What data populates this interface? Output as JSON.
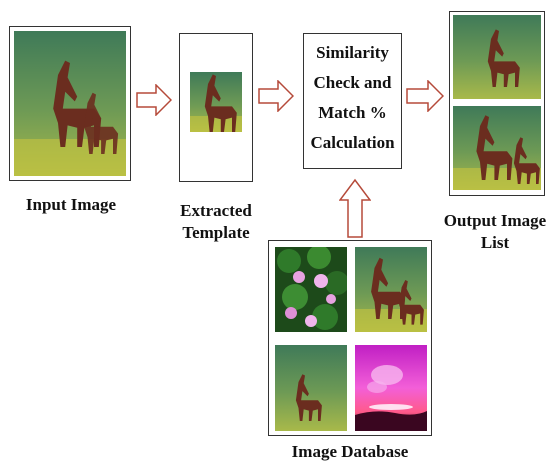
{
  "input": {
    "caption": "Input Image",
    "image": "horse-mare-and-foal-photo"
  },
  "template": {
    "caption_line1": "Extracted",
    "caption_line2": "Template",
    "image": "horse-template-crop"
  },
  "process": {
    "line1": "Similarity",
    "line2": "Check and",
    "line3": "Match %",
    "line4": "Calculation"
  },
  "output": {
    "caption_line1": "Output Image",
    "caption_line2": "List",
    "images": [
      "foal-photo",
      "horse-pair-photo"
    ]
  },
  "database": {
    "caption": "Image Database",
    "images": [
      "lotus-flowers-photo",
      "horse-pair-photo",
      "foal-photo",
      "pink-sunset-photo"
    ]
  },
  "colors": {
    "arrow_outline": "#b54a3a",
    "grass": "#4c8a4a",
    "horse": "#6b2d1f",
    "sunset": "#e23fbf"
  }
}
